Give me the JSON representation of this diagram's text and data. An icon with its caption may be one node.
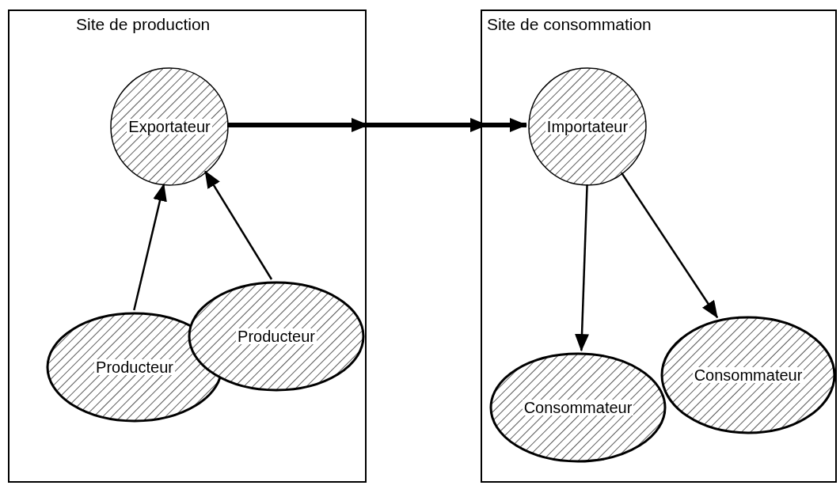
{
  "diagram": {
    "nodes": [
      {
        "text": [
          "Site de production"
        ]
      },
      {
        "text": [
          "Exportateur"
        ],
        "in": 0
      },
      {
        "text": [
          "Producteur"
        ],
        "in": 0
      },
      {
        "text": [
          "Producteur"
        ],
        "in": 0
      },
      {
        "text": [
          "Site de consommation"
        ]
      },
      {
        "text": [
          "Importateur"
        ],
        "in": 4
      },
      {
        "text": [
          "Consommateur"
        ],
        "in": 4
      },
      {
        "text": [
          "Consommateur"
        ],
        "in": 4
      }
    ],
    "edges": [
      {
        "from": 2,
        "to": 1,
        "arrow": "to"
      },
      {
        "from": 3,
        "to": 1,
        "arrow": "to"
      },
      {
        "from": 1,
        "to": 5,
        "arrow": "to",
        "style": "thick"
      },
      {
        "from": 5,
        "to": 7,
        "arrow": "to"
      },
      {
        "from": 5,
        "to": 6,
        "arrow": "to"
      }
    ]
  }
}
